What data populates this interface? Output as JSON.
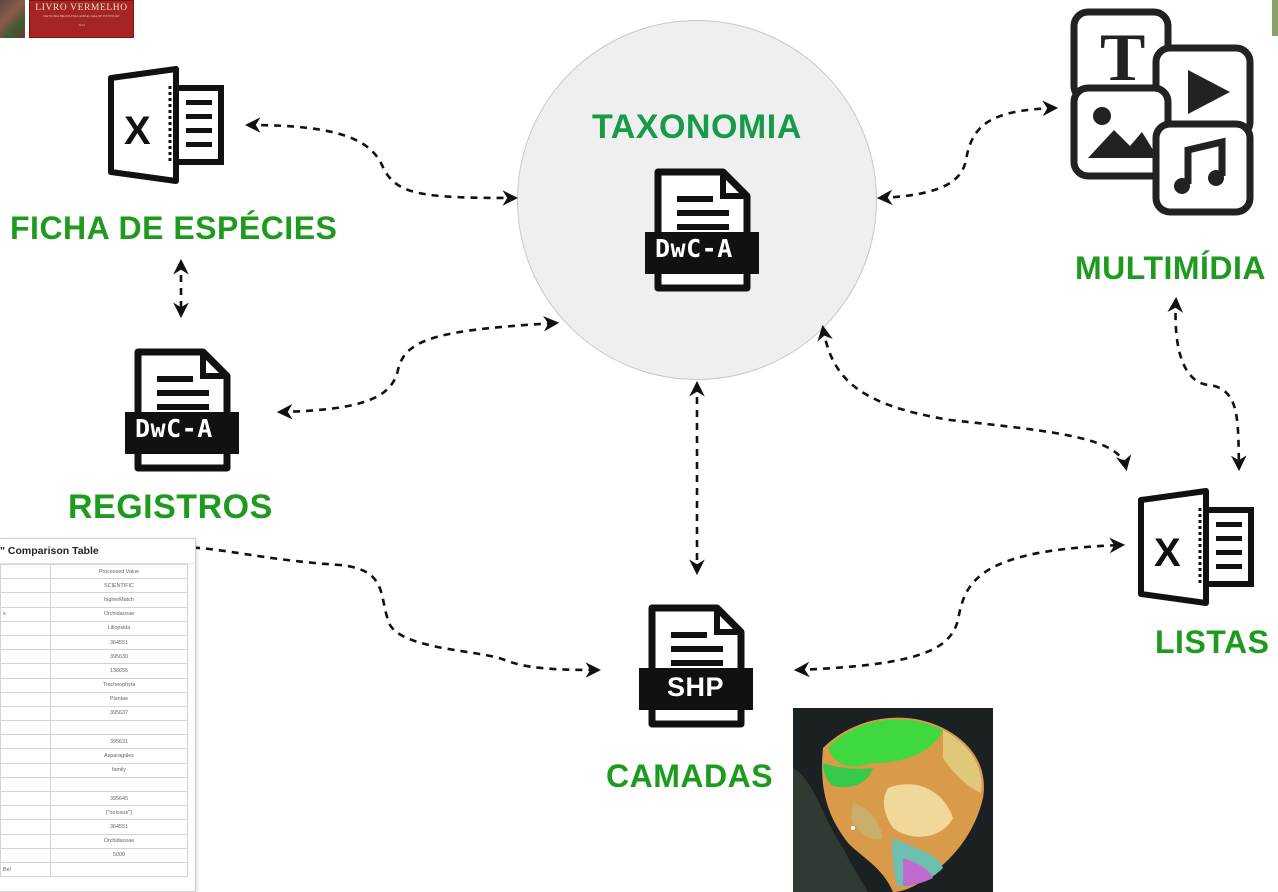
{
  "nodes": {
    "taxonomia": {
      "label": "TAXONOMIA",
      "file_badge": "DwC-A"
    },
    "ficha": {
      "label": "FICHA DE ESPÉCIES",
      "icon": "excel-icon"
    },
    "registros": {
      "label": "REGISTROS",
      "file_badge": "DwC-A"
    },
    "camadas": {
      "label": "CAMADAS",
      "file_badge": "SHP"
    },
    "listas": {
      "label": "LISTAS",
      "icon": "excel-icon"
    },
    "multimidia": {
      "label": "MULTIMÍDIA",
      "icon": "multimedia-icon"
    }
  },
  "book_cover": {
    "title": "LIVRO VERMELHO",
    "subtitle": "DA FLORA BRASILEIRA AMEAÇADA DE EXTINÇÃO",
    "year": "2013"
  },
  "comparison_table": {
    "title": "\" Comparison Table",
    "header": [
      "",
      "Processed Value"
    ],
    "rows": [
      [
        "",
        "SCIENTIFIC"
      ],
      [
        "",
        "higherMatch"
      ],
      [
        "s",
        "Orchidaceae"
      ],
      [
        "",
        "Liliopsida"
      ],
      [
        "",
        "364551"
      ],
      [
        "",
        "395630"
      ],
      [
        "",
        "138655"
      ],
      [
        "",
        "Tracheophyta"
      ],
      [
        "",
        "Plantae"
      ],
      [
        "",
        "395637"
      ],
      [
        "",
        ""
      ],
      [
        "",
        "395631"
      ],
      [
        "",
        "Asparagales"
      ],
      [
        "",
        "family"
      ],
      [
        "",
        ""
      ],
      [
        "",
        "395645"
      ],
      [
        "",
        "[\"noIssue\"]"
      ],
      [
        "",
        "364551"
      ],
      [
        "",
        "Orchidaceae"
      ],
      [
        "",
        "5000"
      ],
      [
        "Bel",
        ""
      ]
    ]
  },
  "colors": {
    "label_green": "#1e9a1e",
    "taxonomia_green": "#179a4a",
    "icon_black": "#111111",
    "circle_fill": "#efefef",
    "book_red": "#a52525"
  }
}
